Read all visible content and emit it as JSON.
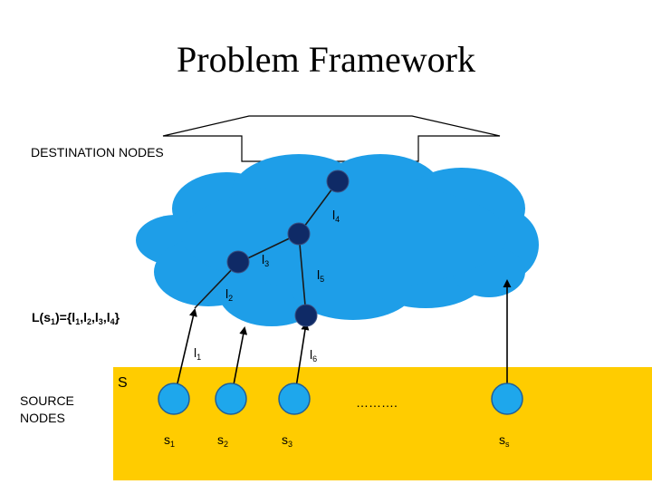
{
  "title": "Problem Framework",
  "destination_label": "DESTINATION NODES",
  "source_label_line1": "SOURCE",
  "source_label_line2": "NODES",
  "region_label": "S",
  "ellipsis": "……….",
  "list_label": {
    "prefix": "L(s",
    "prefix_sub": "1",
    "middle": ")={l",
    "items": [
      {
        "sub": "1",
        "sep": ",l"
      },
      {
        "sub": "2",
        "sep": ",l"
      },
      {
        "sub": "3",
        "sep": ",l"
      },
      {
        "sub": "4",
        "sep": "}"
      }
    ]
  },
  "links": [
    {
      "name": "l",
      "sub": "1"
    },
    {
      "name": "l",
      "sub": "2"
    },
    {
      "name": "l",
      "sub": "3"
    },
    {
      "name": "l",
      "sub": "4"
    },
    {
      "name": "l",
      "sub": "5"
    },
    {
      "name": "l",
      "sub": "6"
    }
  ],
  "sources": [
    {
      "name": "s",
      "sub": "1"
    },
    {
      "name": "s",
      "sub": "2"
    },
    {
      "name": "s",
      "sub": "3"
    },
    {
      "name": "s",
      "sub": "s"
    }
  ],
  "colors": {
    "cloud": "#1e9ee8",
    "source_region": "#ffcc00",
    "source_node": "#1ea7ec",
    "internal_node": "#0f2a66",
    "arrow": "#000000",
    "banner_stroke": "#000000"
  }
}
